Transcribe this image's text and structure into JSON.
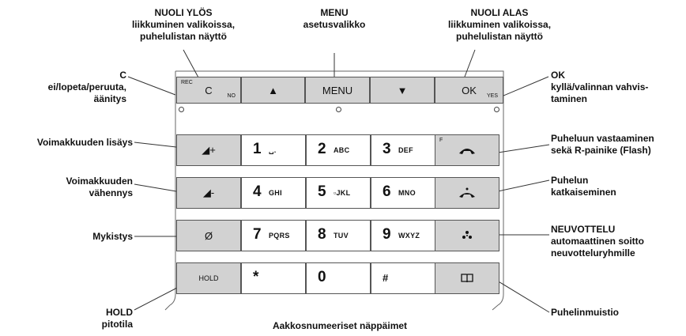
{
  "labels": {
    "up_title": "NUOLI YLÖS",
    "up_desc1": "liikkuminen valikoissa,",
    "up_desc2": "puhelulistan näyttö",
    "menu_title": "MENU",
    "menu_desc": "asetusvalikko",
    "down_title": "NUOLI ALAS",
    "down_desc1": "liikkuminen valikoissa,",
    "down_desc2": "puhelulistan näyttö",
    "c_title": "C",
    "c_desc1": "ei/lopeta/peruuta,",
    "c_desc2": "äänitys",
    "ok_title": "OK",
    "ok_desc1": "kyllä/valinnan vahvis-",
    "ok_desc2": "taminen",
    "volup": "Voimakkuuden lisäys",
    "voldown1": "Voimakkuuden",
    "voldown2": "vähennys",
    "mute": "Mykistys",
    "hold_title": "HOLD",
    "hold_desc": "pitotila",
    "answer1": "Puheluun vastaaminen",
    "answer2": "sekä R-painike (Flash)",
    "hangup1": "Puhelun",
    "hangup2": "katkaiseminen",
    "conf_title": "NEUVOTTELU",
    "conf_desc1": "automaattinen soitto",
    "conf_desc2": "neuvotteluryhmille",
    "phonebook": "Puhelinmuistio",
    "alnum": "Aakkosnumeeriset näppäimet"
  },
  "keys": {
    "c": "C",
    "c_rec": "REC",
    "c_no": "NO",
    "up": "▲",
    "menu": "MENU",
    "down": "▼",
    "ok": "OK",
    "ok_yes": "YES",
    "vol_up": "◢+",
    "vol_down": "◢-",
    "mute": "Ø",
    "hold": "HOLD",
    "answer_f": "F",
    "star": "*",
    "hash": "#"
  },
  "digits": [
    {
      "d": "1",
      "l": "␣."
    },
    {
      "d": "2",
      "l": "ABC"
    },
    {
      "d": "3",
      "l": "DEF"
    },
    {
      "d": "4",
      "l": "GHI"
    },
    {
      "d": "5",
      "l": "▫JKL"
    },
    {
      "d": "6",
      "l": "MNO"
    },
    {
      "d": "7",
      "l": "PQRS"
    },
    {
      "d": "8",
      "l": "TUV"
    },
    {
      "d": "9",
      "l": "WXYZ"
    },
    {
      "d": "*",
      "l": ""
    },
    {
      "d": "0",
      "l": ""
    },
    {
      "d": "#",
      "l": ""
    }
  ],
  "colors": {
    "key_gray": "#d2d2d2",
    "line": "#333333"
  }
}
